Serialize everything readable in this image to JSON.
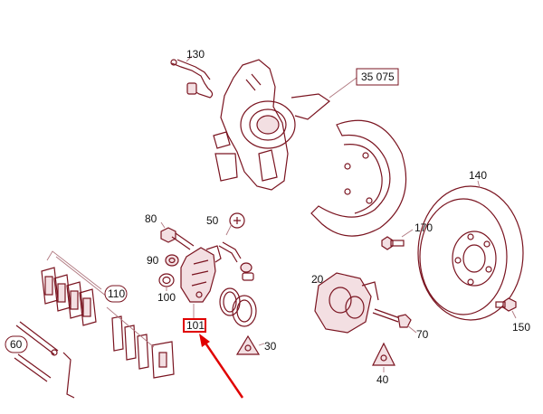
{
  "diagram": {
    "labels": {
      "p130": "130",
      "p35075": "35 075",
      "p140": "140",
      "p80": "80",
      "p50": "50",
      "p170": "170",
      "p90": "90",
      "p100": "100",
      "p110": "110",
      "p20": "20",
      "p60": "60",
      "p101": "101",
      "p30": "30",
      "p70": "70",
      "p150": "150",
      "p40": "40"
    },
    "colors": {
      "line": "#7a1420",
      "fill": "#f3dfe2",
      "highlight": "#e00000"
    },
    "highlighted_part": "101"
  }
}
